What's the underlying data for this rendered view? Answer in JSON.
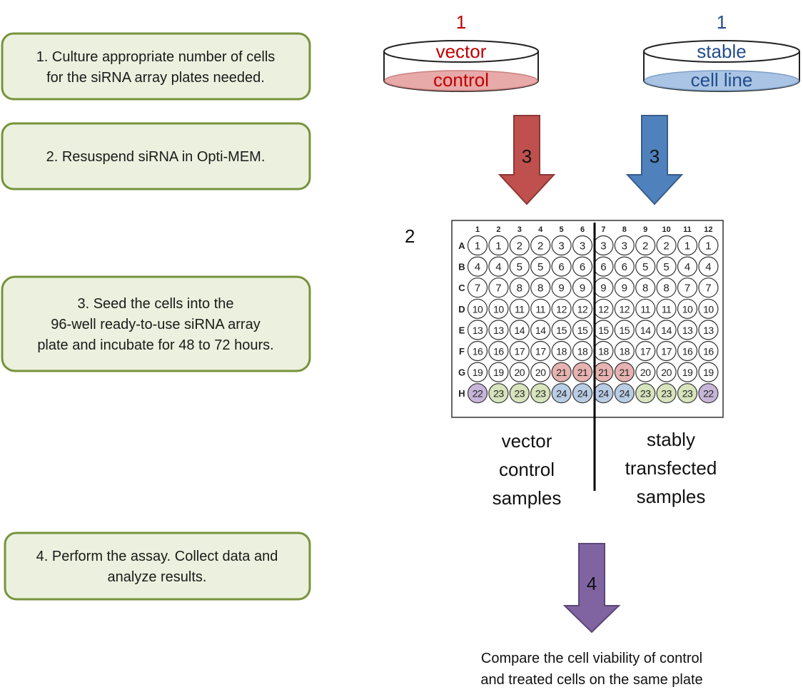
{
  "steps": [
    {
      "lines": [
        "1. Culture appropriate number of cells",
        "for the siRNA array plates needed."
      ]
    },
    {
      "lines": [
        "2. Resuspend siRNA in Opti-MEM."
      ]
    },
    {
      "lines": [
        "3. Seed the cells into the",
        "96-well ready-to-use siRNA array",
        "plate and incubate for 48 to 72 hours."
      ]
    },
    {
      "lines": [
        "4. Perform the assay. Collect data and",
        "analyze results."
      ]
    }
  ],
  "dishes": [
    {
      "number": "1",
      "top": "vector",
      "bottom": "control",
      "color": "#c00000",
      "liquid": "#e8a9a9"
    },
    {
      "number": "1",
      "top": "stable",
      "bottom": "cell line",
      "color": "#244c8c",
      "liquid": "#a9c4e4"
    }
  ],
  "arrows": [
    {
      "label": "3",
      "color": "#c0504d",
      "stroke": "#8c3836"
    },
    {
      "label": "3",
      "color": "#4f81bd",
      "stroke": "#385d8a"
    },
    {
      "label": "4",
      "color": "#8064a2",
      "stroke": "#5c4776"
    }
  ],
  "plate": {
    "label": "2",
    "columns": [
      "1",
      "2",
      "3",
      "4",
      "5",
      "6",
      "7",
      "8",
      "9",
      "10",
      "11",
      "12"
    ],
    "rows": [
      {
        "letter": "A",
        "wells": [
          "1",
          "1",
          "2",
          "2",
          "3",
          "3",
          "3",
          "3",
          "2",
          "2",
          "1",
          "1"
        ]
      },
      {
        "letter": "B",
        "wells": [
          "4",
          "4",
          "5",
          "5",
          "6",
          "6",
          "6",
          "6",
          "5",
          "5",
          "4",
          "4"
        ]
      },
      {
        "letter": "C",
        "wells": [
          "7",
          "7",
          "8",
          "8",
          "9",
          "9",
          "9",
          "9",
          "8",
          "8",
          "7",
          "7"
        ]
      },
      {
        "letter": "D",
        "wells": [
          "10",
          "10",
          "11",
          "11",
          "12",
          "12",
          "12",
          "12",
          "11",
          "11",
          "10",
          "10"
        ]
      },
      {
        "letter": "E",
        "wells": [
          "13",
          "13",
          "14",
          "14",
          "15",
          "15",
          "15",
          "15",
          "14",
          "14",
          "13",
          "13"
        ]
      },
      {
        "letter": "F",
        "wells": [
          "16",
          "16",
          "17",
          "17",
          "18",
          "18",
          "18",
          "18",
          "17",
          "17",
          "16",
          "16"
        ]
      },
      {
        "letter": "G",
        "wells": [
          "19",
          "19",
          "20",
          "20",
          "21",
          "21",
          "21",
          "21",
          "20",
          "20",
          "19",
          "19"
        ]
      },
      {
        "letter": "H",
        "wells": [
          "22",
          "23",
          "23",
          "23",
          "24",
          "24",
          "24",
          "24",
          "23",
          "23",
          "23",
          "22"
        ]
      }
    ],
    "well_colors": {
      "21": "#e6b3b1",
      "22": "#c7b6d9",
      "23": "#d7e4bd",
      "24": "#b9cde5"
    }
  },
  "captions": {
    "left": [
      "vector",
      "control",
      "samples"
    ],
    "right": [
      "stably",
      "transfected",
      "samples"
    ],
    "bottom": [
      "Compare the cell viability of control",
      "and treated cells on the same plate"
    ]
  }
}
